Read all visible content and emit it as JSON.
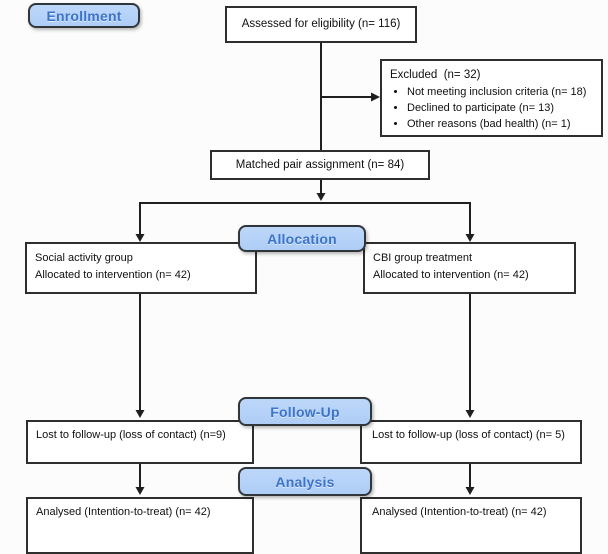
{
  "stage_labels": {
    "enrollment": "Enrollment",
    "allocation": "Allocation",
    "followup": "Follow-Up",
    "analysis": "Analysis"
  },
  "boxes": {
    "assessed": "Assessed for eligibility (n= 116)",
    "excluded": {
      "title": "Excluded  (n= 32)",
      "items": [
        "Not meeting inclusion criteria (n= 18)",
        "Declined to participate (n= 13)",
        "Other reasons (bad health) (n= 1)"
      ]
    },
    "matched": "Matched pair assignment (n= 84)",
    "allocation_left": {
      "line1": "Social activity group",
      "line2": "Allocated to intervention (n= 42)"
    },
    "allocation_right": {
      "line1": "CBI group treatment",
      "line2": "Allocated to intervention (n= 42)"
    },
    "followup_left": "Lost to follow-up (loss of contact) (n=9)",
    "followup_right": "Lost to follow-up (loss of contact) (n= 5)",
    "analysis_left": "Analysed (Intention-to-treat) (n= 42)",
    "analysis_right": "Analysed (Intention-to-treat) (n= 42)"
  },
  "colors": {
    "stage_label_fill": "#aecdf6",
    "stage_label_fill_top": "#bdd7f9",
    "stage_label_text": "#3d74c7",
    "stage_label_border": "#31363b",
    "box_border": "#2e2e2e",
    "connector": "#1f1f1f",
    "background": "#fcfcfc"
  }
}
